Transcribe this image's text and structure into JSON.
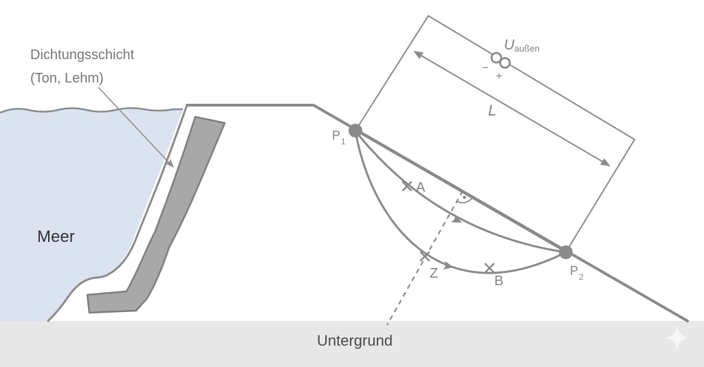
{
  "diagram": {
    "title_context": "Deichquerschnitt mit geoelektrischer Messung",
    "labels": {
      "note_line1": "Dichtungsschicht",
      "note_line2": "(Ton, Lehm)",
      "sea": "Meer",
      "subsoil": "Untergrund",
      "p1": {
        "base": "P",
        "sub": "1"
      },
      "p2": {
        "base": "P",
        "sub": "2"
      },
      "point_a": "A",
      "point_z": "Z",
      "point_b": "B",
      "length": "L",
      "voltage": {
        "base": "U",
        "sub": "außen"
      },
      "minus": "−",
      "plus": "+"
    },
    "icons": {
      "bottom_right": "sparkle-icon",
      "voltage_source": "source-symbol",
      "right_angle": "right-angle-marker"
    },
    "colors": {
      "line_gray": "#8a8a8a",
      "label_gray": "#828282",
      "band_fill": "#a8a8a8",
      "band_stroke": "#7d7d7d",
      "water_fill": "#dbe3f1",
      "ground_fill": "#e8e8e8",
      "note_text": "#757575",
      "sea_text": "#333333",
      "subsoil_text": "#4a4a4a",
      "sparkle": "#f7f7f7"
    }
  }
}
